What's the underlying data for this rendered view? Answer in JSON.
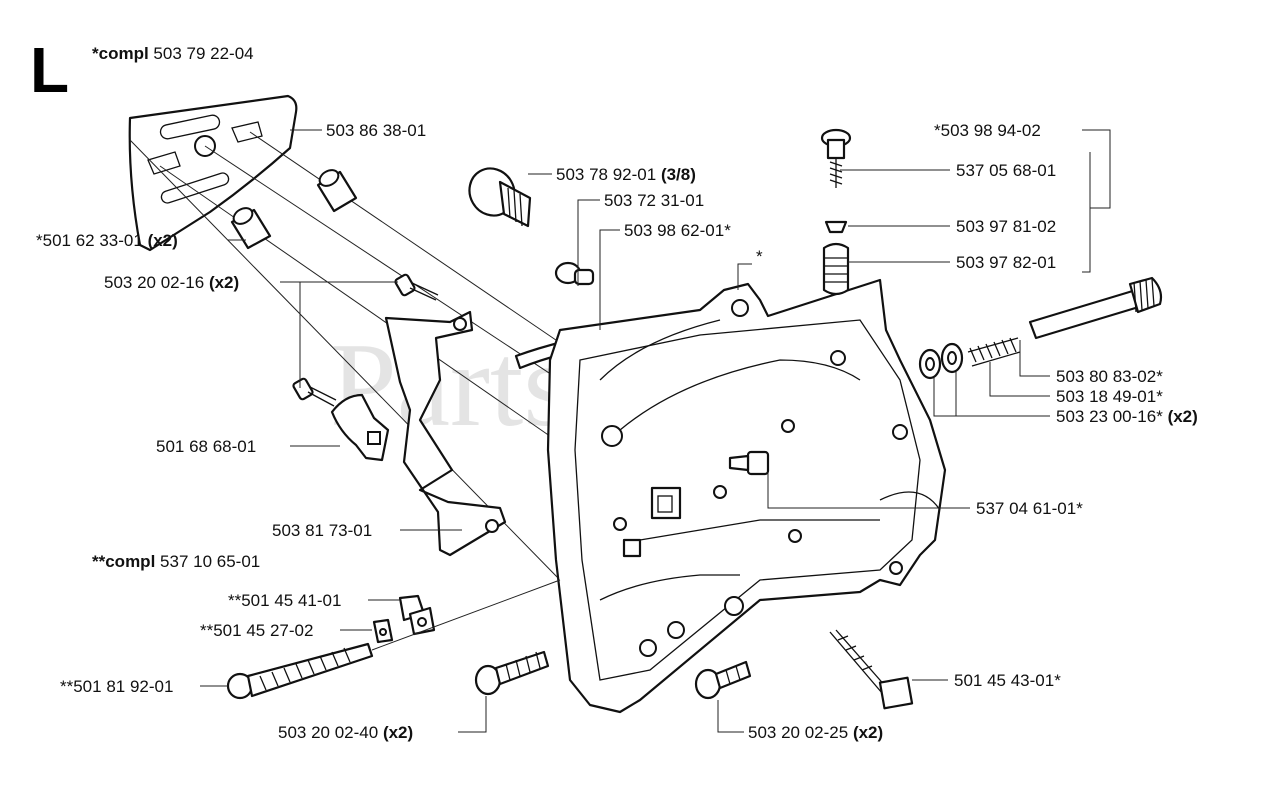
{
  "section_letter": "L",
  "watermark": "PartsTree",
  "assemblies": [
    {
      "prefix": "*compl",
      "number": "503 79 22-04"
    },
    {
      "prefix": "**compl",
      "number": "537 10 65-01"
    }
  ],
  "callouts": [
    {
      "id": "c1",
      "number": "503 86 38-01",
      "qty": ""
    },
    {
      "id": "c2",
      "number": "503 78 92-01",
      "qty": "(3/8)"
    },
    {
      "id": "c3",
      "number": "503 72 31-01",
      "qty": ""
    },
    {
      "id": "c4",
      "number": "503 98 62-01*",
      "qty": ""
    },
    {
      "id": "c5",
      "number": "*501 62 33-01",
      "qty": "(x2)"
    },
    {
      "id": "c6",
      "number": "503 20 02-16",
      "qty": "(x2)"
    },
    {
      "id": "c7",
      "number": "*",
      "qty": ""
    },
    {
      "id": "c8",
      "number": "*503 98 94-02",
      "qty": ""
    },
    {
      "id": "c9",
      "number": "537 05 68-01",
      "qty": ""
    },
    {
      "id": "c10",
      "number": "503 97 81-02",
      "qty": ""
    },
    {
      "id": "c11",
      "number": "503 97 82-01",
      "qty": ""
    },
    {
      "id": "c12",
      "number": "503 80 83-02*",
      "qty": ""
    },
    {
      "id": "c13",
      "number": "503 18 49-01*",
      "qty": ""
    },
    {
      "id": "c14",
      "number": "503 23 00-16*",
      "qty": "(x2)"
    },
    {
      "id": "c15",
      "number": "501 68 68-01",
      "qty": ""
    },
    {
      "id": "c16",
      "number": "537 04 61-01*",
      "qty": ""
    },
    {
      "id": "c17",
      "number": "503 81 73-01",
      "qty": ""
    },
    {
      "id": "c18",
      "number": "**501 45 41-01",
      "qty": ""
    },
    {
      "id": "c19",
      "number": "**501 45 27-02",
      "qty": ""
    },
    {
      "id": "c20",
      "number": "**501 81 92-01",
      "qty": ""
    },
    {
      "id": "c21",
      "number": "501 45 43-01*",
      "qty": ""
    },
    {
      "id": "c22",
      "number": "503 20 02-40",
      "qty": "(x2)"
    },
    {
      "id": "c23",
      "number": "503 20 02-25",
      "qty": "(x2)"
    }
  ]
}
